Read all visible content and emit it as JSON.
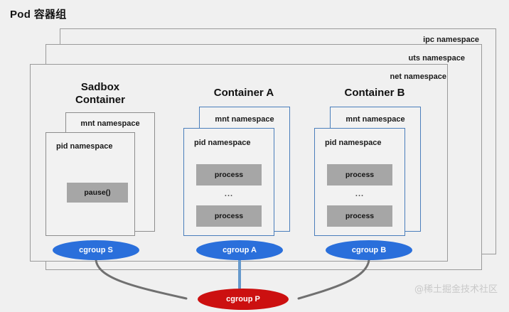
{
  "title": "Pod 容器组",
  "outer_namespaces": [
    {
      "id": "ipc",
      "label": "ipc namespace"
    },
    {
      "id": "uts",
      "label": "uts namespace"
    },
    {
      "id": "net",
      "label": "net namespace"
    }
  ],
  "containers": [
    {
      "id": "sadbox",
      "title": "Sadbox\nContainer",
      "title_line1": "Sadbox",
      "title_line2": "Container",
      "border_style": "gray",
      "mnt_label": "mnt namespace",
      "pid_label": "pid namespace",
      "processes": [
        "pause()"
      ],
      "has_ellipsis": false,
      "cgroup": "cgroup S"
    },
    {
      "id": "container-a",
      "title_line1": "Container A",
      "title_line2": "",
      "border_style": "blue",
      "mnt_label": "mnt namespace",
      "pid_label": "pid namespace",
      "processes": [
        "process",
        "process"
      ],
      "has_ellipsis": true,
      "ellipsis": "...",
      "cgroup": "cgroup A"
    },
    {
      "id": "container-b",
      "title_line1": "Container B",
      "title_line2": "",
      "border_style": "blue",
      "mnt_label": "mnt namespace",
      "pid_label": "pid namespace",
      "processes": [
        "process",
        "process"
      ],
      "has_ellipsis": true,
      "ellipsis": "...",
      "cgroup": "cgroup B"
    }
  ],
  "root_cgroup": "cgroup P",
  "watermark": "@稀土掘金技术社区",
  "colors": {
    "background": "#f0f0f0",
    "frame_border": "#9a9a9a",
    "blue_border": "#4a7ebb",
    "gray_border": "#8d8d8d",
    "process_fill": "#a6a6a6",
    "cgroup_blue": "#2a6fdb",
    "cgroup_red": "#cc1010",
    "connector_gray": "#707070",
    "connector_blue": "#6699cc",
    "watermark": "#c9c9c9"
  }
}
